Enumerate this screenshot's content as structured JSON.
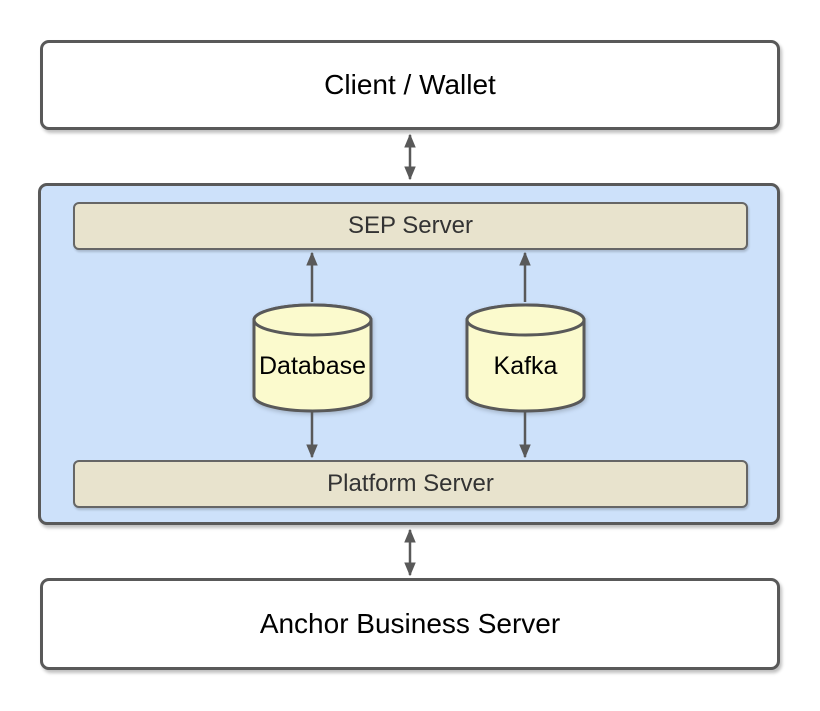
{
  "diagram": {
    "nodes": {
      "client": {
        "label": "Client / Wallet"
      },
      "anchor_platform_container": {
        "sep_server": {
          "label": "SEP Server"
        },
        "database": {
          "label": "Database"
        },
        "kafka": {
          "label": "Kafka"
        },
        "platform_server": {
          "label": "Platform Server"
        }
      },
      "anchor_business_server": {
        "label": "Anchor Business Server"
      }
    },
    "edges": [
      {
        "from": "client",
        "to": "anchor_platform_container",
        "type": "bidirectional"
      },
      {
        "from": "database",
        "to": "sep_server",
        "type": "directed"
      },
      {
        "from": "kafka",
        "to": "sep_server",
        "type": "directed"
      },
      {
        "from": "database",
        "to": "platform_server",
        "type": "directed"
      },
      {
        "from": "kafka",
        "to": "platform_server",
        "type": "directed"
      },
      {
        "from": "anchor_platform_container",
        "to": "anchor_business_server",
        "type": "bidirectional"
      }
    ],
    "colors": {
      "box_border": "#595959",
      "box_fill": "#ffffff",
      "container_fill": "#cde1fa",
      "bar_fill": "#e8e3cd",
      "bar_border": "#666666",
      "bar_text": "#333333",
      "cylinder_fill": "#fbfacd",
      "cylinder_border": "#595959",
      "arrow": "#595959",
      "box_text": "#000000"
    }
  }
}
